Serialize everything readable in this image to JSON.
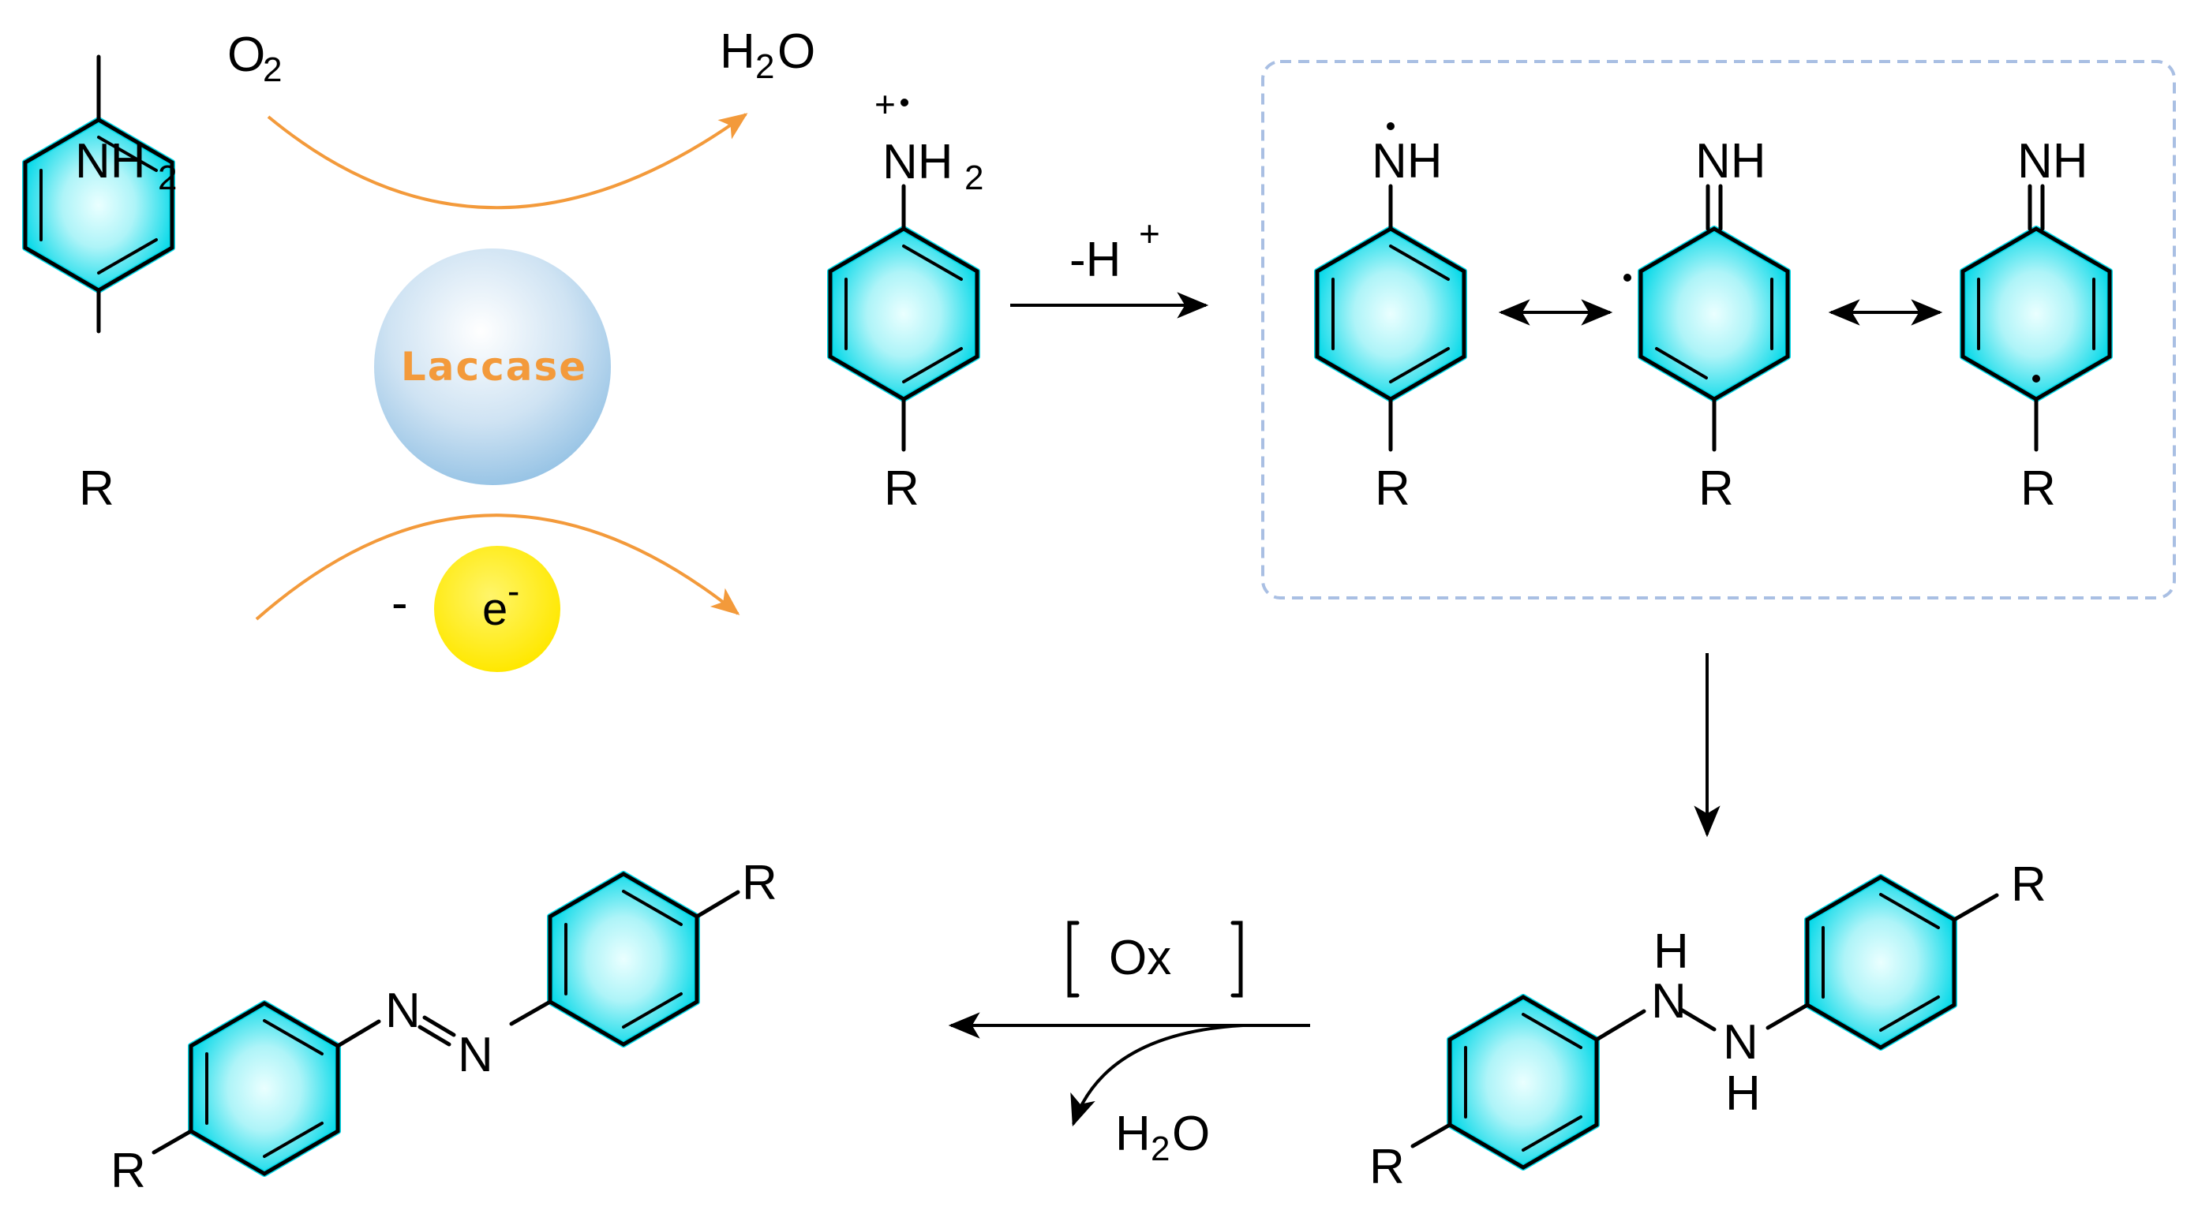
{
  "colors": {
    "ring_edge": "#00d8e8",
    "ring_center": "#eaffff",
    "orange": "#f39a3b",
    "electron": "#ffee00",
    "enzyme_edge": "#9ec8e8",
    "enzyme_center": "#ffffff",
    "box": "#a9bfe3"
  },
  "reagents": {
    "o2": "O",
    "o2_sub": "2",
    "h2o": "H",
    "h2o_sub": "2",
    "h2o_tail": "O",
    "enzyme": "Laccase",
    "electron_minus": "-",
    "electron": "e",
    "electron_sup": "-"
  },
  "steps": {
    "deprotonation": "-H",
    "deprotonation_sup": "+",
    "oxidation": "Ox",
    "byproduct": "H",
    "byproduct_sub": "2",
    "byproduct_tail": "O"
  },
  "molecules": {
    "aniline_group": "NH",
    "aniline_sub": "2",
    "radical_cation_charge": "+",
    "nh_radical": "NH",
    "imine": "NH",
    "r": "R",
    "hydrazo_h": "H",
    "hydrazo_n": "N",
    "azo_n": "N"
  }
}
